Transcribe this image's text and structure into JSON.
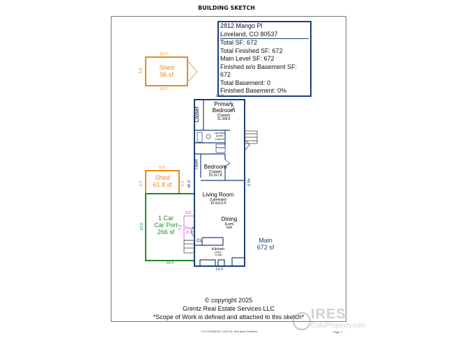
{
  "title": "BUILDING SKETCH",
  "info": {
    "address_line1": "2812 Mango Pl",
    "address_line2": "Loveland, CO 80537",
    "lines": [
      "Total SF: 672",
      "Total Finished SF: 672",
      "Main Level SF: 672",
      "Finished w/o Basement SF: 672",
      "Total Basement: 0",
      "Finished Basement: 0%"
    ]
  },
  "shed_top": {
    "name": "Shed",
    "area": "96 sf",
    "dim_top": "12.0'",
    "dim_bottom": "12.0'",
    "dim_side": "8.0'"
  },
  "shed_side": {
    "name": "Shed",
    "area": "61.8 sf",
    "dim_top": "9.5'",
    "dim_left": "6.5'",
    "dim_right": "6.5'"
  },
  "carport": {
    "name1": "1 Car",
    "name2": "Car Port",
    "area": "266 sf",
    "dim_left": "19.0'",
    "dim_bottom": "14.0'"
  },
  "porch": {
    "name": "Porch",
    "area": "21 sf",
    "dim_top": "3.0'",
    "dim_side": "7.0'"
  },
  "main": {
    "name": "Main",
    "area": "672 sf",
    "dim_top": "14.0'",
    "dim_bottom": "14.0'",
    "dim_left": "48.0'",
    "dim_right": "48.0'"
  },
  "rooms": {
    "primary": {
      "name1": "Primary",
      "name2": "Bedroom",
      "floor": "(Carpet)",
      "size": "11.3x8.6"
    },
    "closet1": "Closet",
    "closet2": "Closet",
    "laundry": {
      "name": "Laundry",
      "floor": "(Lam)",
      "size": "4.5x4.5"
    },
    "furnace": "Furnace",
    "bedroom": {
      "name": "Bedroom",
      "floor": "(Carpet)",
      "size": "10.2x7.8"
    },
    "living": {
      "name": "Living Room",
      "floor": "(Laminate)",
      "size": "15.5x13.4"
    },
    "dining": {
      "name": "Dining",
      "floor": "(Lam)",
      "size": "6x6"
    },
    "cl": "CL",
    "kitchen": {
      "name": "Kitchen",
      "floor": "(Lam)",
      "size": "13.5x6"
    }
  },
  "footer": {
    "copyright": "© copyright 2025",
    "company": "Grentz Real Estate Services LLC",
    "scope": "*Scope of Work is defined and attached to this sketch*"
  },
  "software": "© iLOOKABOUT (US) Inc. dba Apex Software",
  "page": "Page 1",
  "watermark": {
    "brand": "IRES",
    "site": "ColoProperty.com"
  },
  "colors": {
    "main": "#1b3f7a",
    "shed": "#e8891a",
    "carport": "#1e8a2a",
    "porch": "#c22fc2"
  }
}
